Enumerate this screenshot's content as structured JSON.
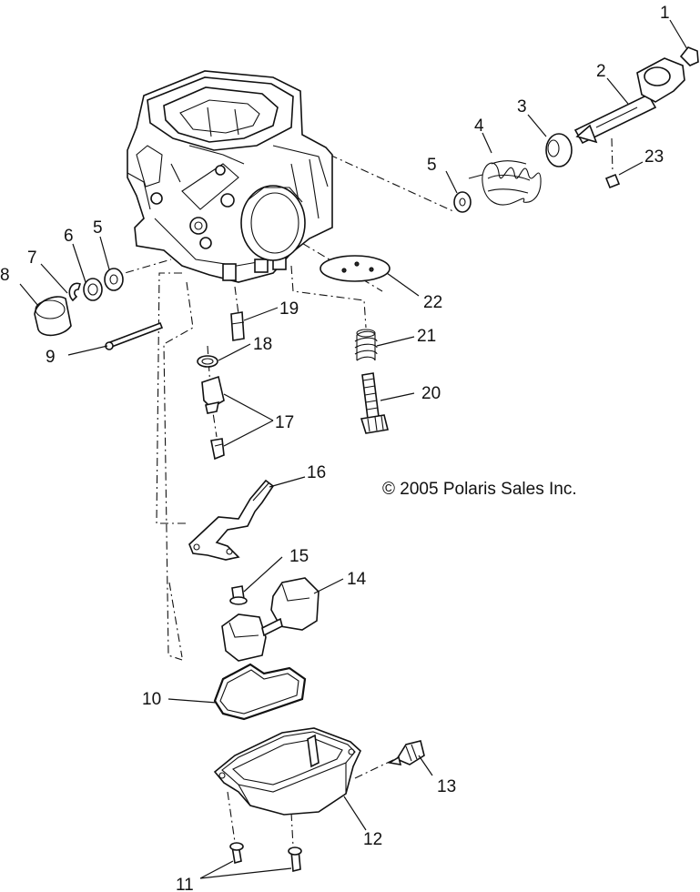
{
  "copyright": "© 2005 Polaris Sales Inc.",
  "callouts": {
    "c1": "1",
    "c2": "2",
    "c3": "3",
    "c4": "4",
    "c5a": "5",
    "c5b": "5",
    "c6": "6",
    "c7": "7",
    "c8": "8",
    "c9": "9",
    "c10": "10",
    "c11": "11",
    "c12": "12",
    "c13": "13",
    "c14": "14",
    "c15": "15",
    "c16": "16",
    "c17": "17",
    "c18": "18",
    "c19": "19",
    "c20": "20",
    "c21": "21",
    "c22": "22",
    "c23": "23"
  }
}
